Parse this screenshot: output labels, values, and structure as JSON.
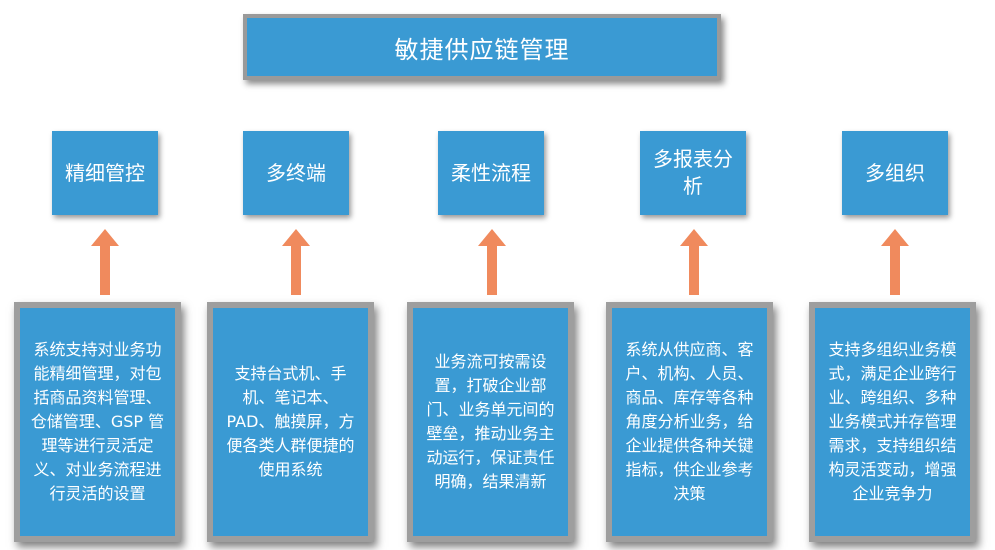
{
  "title": "敏捷供应链管理",
  "colors": {
    "box_fill": "#3a9ad3",
    "arrow": "#f08a5d",
    "frame": "#9e9e9e"
  },
  "columns": [
    {
      "label": "精细管控",
      "desc": "系统支持对业务功能精细管理，对包括商品资料管理、仓储管理、GSP 管理等进行灵活定义、对业务流程进行灵活的设置"
    },
    {
      "label": "多终端",
      "desc": "支持台式机、手机、笔记本、PAD、触摸屏，方便各类人群便捷的使用系统"
    },
    {
      "label": "柔性流程",
      "desc": "业务流可按需设置，打破企业部门、业务单元间的壁垒，推动业务主动运行，保证责任明确，结果清新"
    },
    {
      "label": "多报表分析",
      "desc": "系统从供应商、客户、机构、人员、商品、库存等各种角度分析业务，给企业提供各种关键指标，供企业参考决策"
    },
    {
      "label": "多组织",
      "desc": "支持多组织业务模式，满足企业跨行业、跨组织、多种业务模式并存管理需求，支持组织结构灵活变动，增强企业竞争力"
    }
  ]
}
